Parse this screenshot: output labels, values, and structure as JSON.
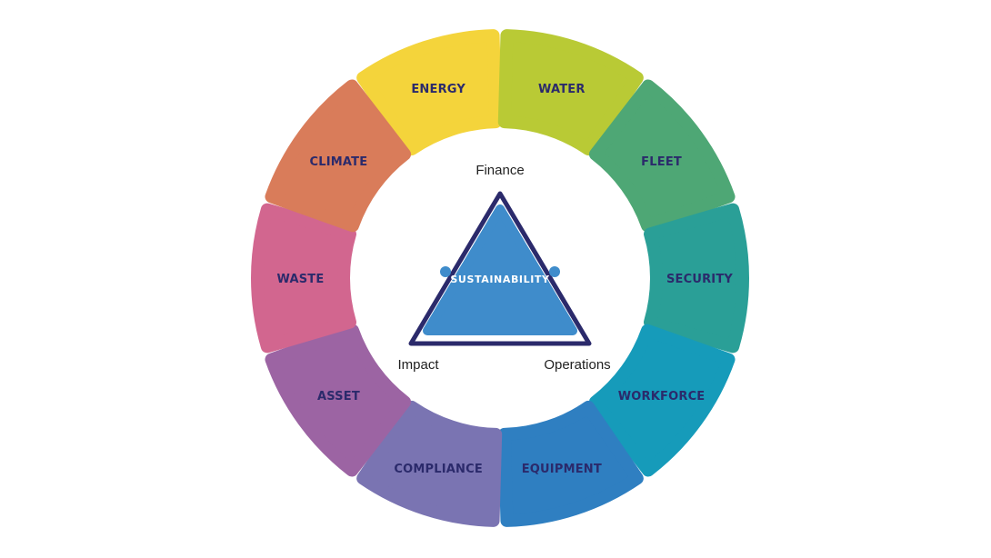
{
  "center": {
    "label": "SUSTAINABILITY"
  },
  "pillars": {
    "top": "Finance",
    "left": "Impact",
    "right": "Operations"
  },
  "segments": [
    {
      "label": "ENERGY",
      "color": "#f4d43b"
    },
    {
      "label": "WATER",
      "color": "#b9ca35"
    },
    {
      "label": "FLEET",
      "color": "#4ea775"
    },
    {
      "label": "SECURITY",
      "color": "#2a9f97"
    },
    {
      "label": "WORKFORCE",
      "color": "#169bba"
    },
    {
      "label": "EQUIPMENT",
      "color": "#2f7fc1"
    },
    {
      "label": "COMPLIANCE",
      "color": "#7a74b2"
    },
    {
      "label": "ASSET",
      "color": "#9c64a3"
    },
    {
      "label": "WASTE",
      "color": "#d2668f"
    },
    {
      "label": "CLIMATE",
      "color": "#d97c5a"
    }
  ],
  "colors": {
    "triangle_fill": "#3f8ccb",
    "triangle_outline": "#2b2a6b",
    "label_text": "#2b2a6b"
  }
}
